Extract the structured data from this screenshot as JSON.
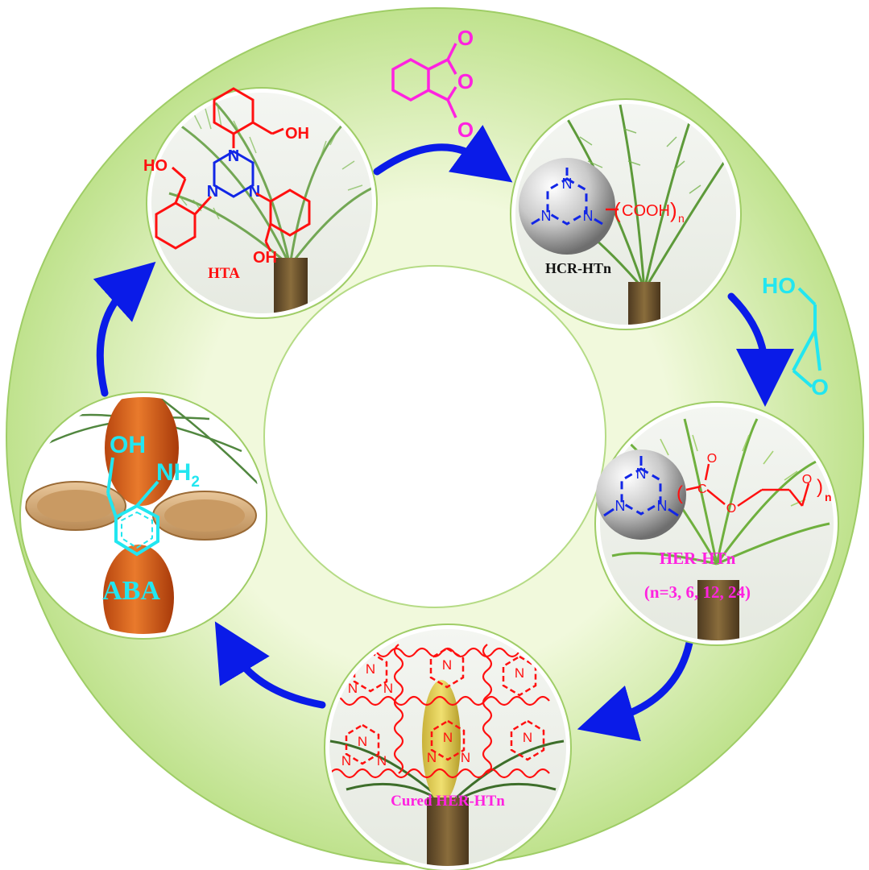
{
  "colors": {
    "ring_light": "#eaf6c9",
    "ring_dark": "#b6dc7f",
    "ring_border": "#9fcd66",
    "arrow": "#0a1be8",
    "red": "#ff1010",
    "blue": "#1226e6",
    "magenta": "#ff22e0",
    "cyan": "#22e6f0",
    "black": "#111111"
  },
  "nodes": {
    "hta": {
      "label": "HTA",
      "oh_top": "OH",
      "oh_left": "HO",
      "oh_bottom": "OH"
    },
    "hcr": {
      "label": "HCR-HTn",
      "group": "COOH",
      "sub": "n"
    },
    "her": {
      "label": "HER-HTn",
      "condition": "(n=3, 6, 12, 24)",
      "sub": "n"
    },
    "cured": {
      "label": "Cured HER-HTn"
    },
    "aba": {
      "label": "ABA",
      "oh": "OH",
      "nh2": "NH",
      "nh2_sub": "2"
    }
  },
  "reagents": {
    "anhydride": {
      "o_top": "O",
      "o_mid": "O",
      "o_bottom": "O"
    },
    "glycidol": {
      "ho": "HO",
      "o": "O"
    }
  },
  "atoms": {
    "N": "N",
    "O": "O",
    "C": "C"
  }
}
